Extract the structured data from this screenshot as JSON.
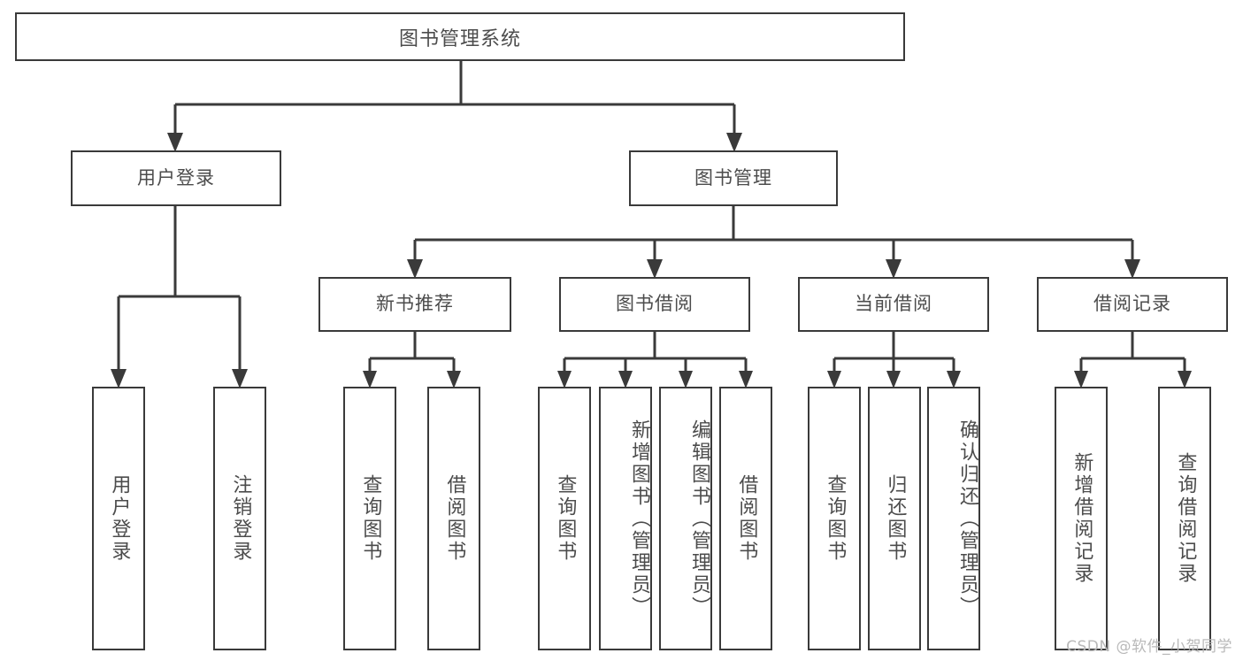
{
  "diagram": {
    "title": "图书管理系统",
    "watermark": "CSDN @软件_小贺同学",
    "root": {
      "label": "图书管理系统"
    },
    "level1": [
      {
        "label": "用户登录"
      },
      {
        "label": "图书管理"
      }
    ],
    "level2": [
      {
        "label": "新书推荐"
      },
      {
        "label": "图书借阅"
      },
      {
        "label": "当前借阅"
      },
      {
        "label": "借阅记录"
      }
    ],
    "leaves": {
      "user_login": [
        {
          "label": "用户登录"
        },
        {
          "label": "注销登录"
        }
      ],
      "new_book": [
        {
          "label": "查询图书"
        },
        {
          "label": "借阅图书"
        }
      ],
      "book_borrow": [
        {
          "label": "查询图书"
        },
        {
          "label": "新增图书（管理员）"
        },
        {
          "label": "编辑图书（管理员）"
        },
        {
          "label": "借阅图书"
        }
      ],
      "current_borrow": [
        {
          "label": "查询图书"
        },
        {
          "label": "归还图书"
        },
        {
          "label": "确认归还（管理员）"
        }
      ],
      "borrow_record": [
        {
          "label": "新增借阅记录"
        },
        {
          "label": "查询借阅记录"
        }
      ]
    }
  },
  "colors": {
    "stroke": "#3a3a3a",
    "text": "#4c4c4c",
    "background": "#ffffff",
    "watermark": "#b9b9b9"
  }
}
